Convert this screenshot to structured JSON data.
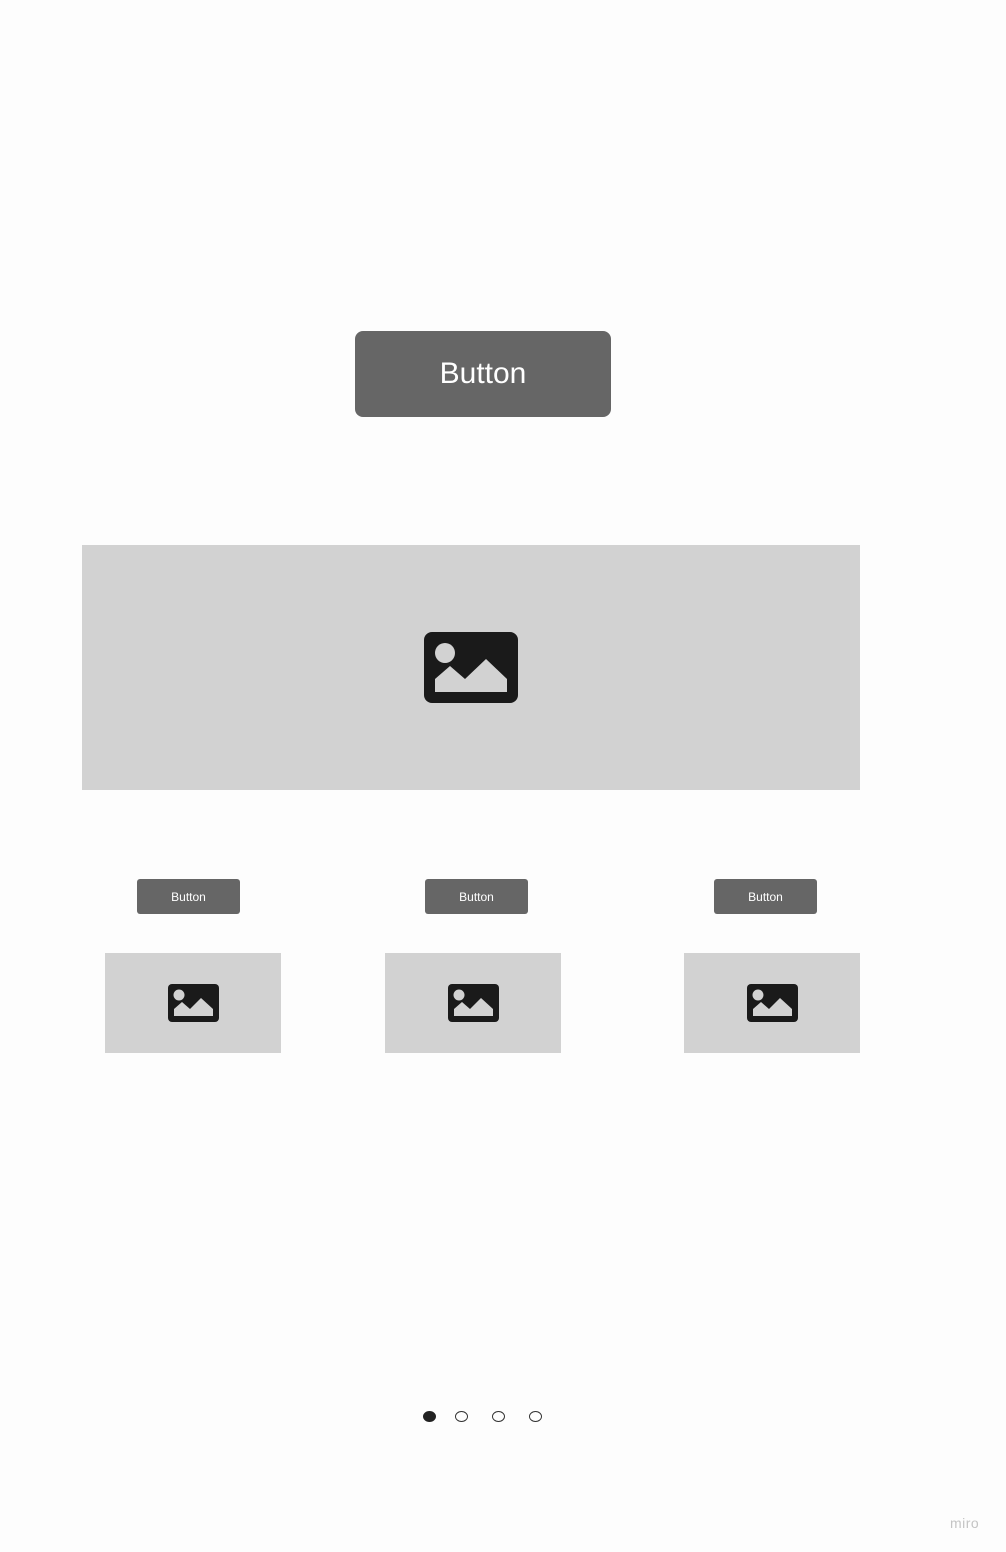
{
  "main_button": {
    "label": "Button"
  },
  "hero_image": {
    "icon": "image-icon"
  },
  "cards": [
    {
      "button_label": "Button",
      "icon": "image-icon"
    },
    {
      "button_label": "Button",
      "icon": "image-icon"
    },
    {
      "button_label": "Button",
      "icon": "image-icon"
    }
  ],
  "pagination": {
    "total": 4,
    "active_index": 0
  },
  "watermark": "miro",
  "colors": {
    "button": "#666666",
    "button_text": "#ffffff",
    "placeholder": "#d2d2d2",
    "icon": "#1a1a1a",
    "background": "#fdfdfd"
  }
}
